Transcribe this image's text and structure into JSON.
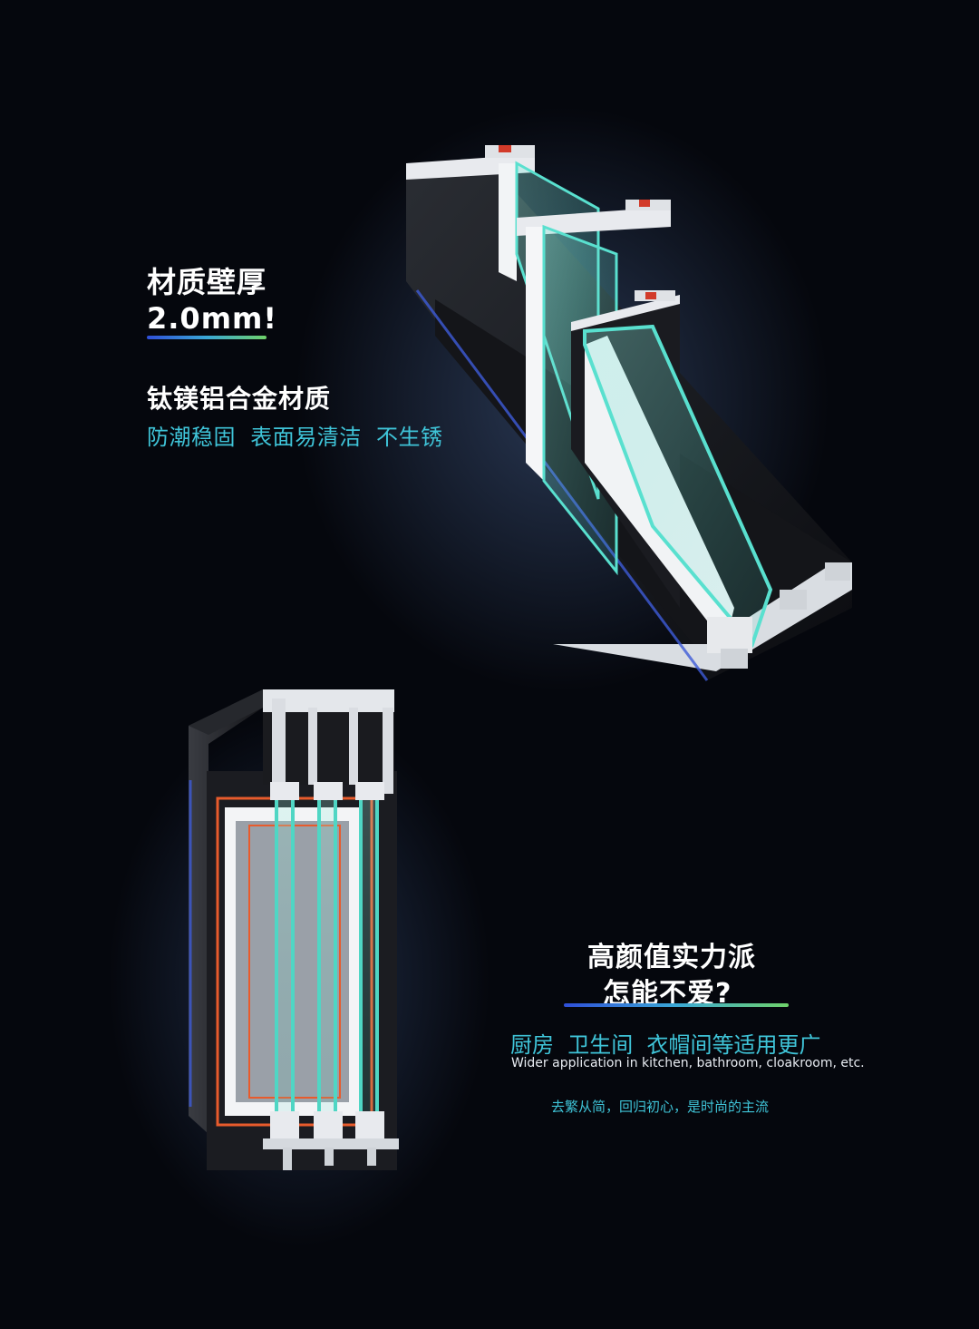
{
  "section1": {
    "title_line1": "材质壁厚",
    "title_line2": "2.0mm!",
    "subtitle": "钛镁铝合金材质",
    "features": "防潮稳固  表面易清洁  不生锈"
  },
  "section2": {
    "title_line1": "高颜值实力派",
    "title_line2": "怎能不爱?",
    "usage_cn": "厨房  卫生间  衣帽间等适用更广",
    "usage_en": "Wider application in kitchen, bathroom, cloakroom, etc.",
    "slogan": "去繁从简，回归初心，是时尚的主流"
  },
  "colors": {
    "background": "#05070d",
    "accent_cyan": "#3fc4d8",
    "gradient_start": "#2f4fd8",
    "gradient_end": "#6fd26a",
    "glass": "#4fd6c4"
  },
  "images": {
    "top": "sliding-window-profile-cross-section",
    "bottom": "triple-track-window-frame-cross-section"
  }
}
